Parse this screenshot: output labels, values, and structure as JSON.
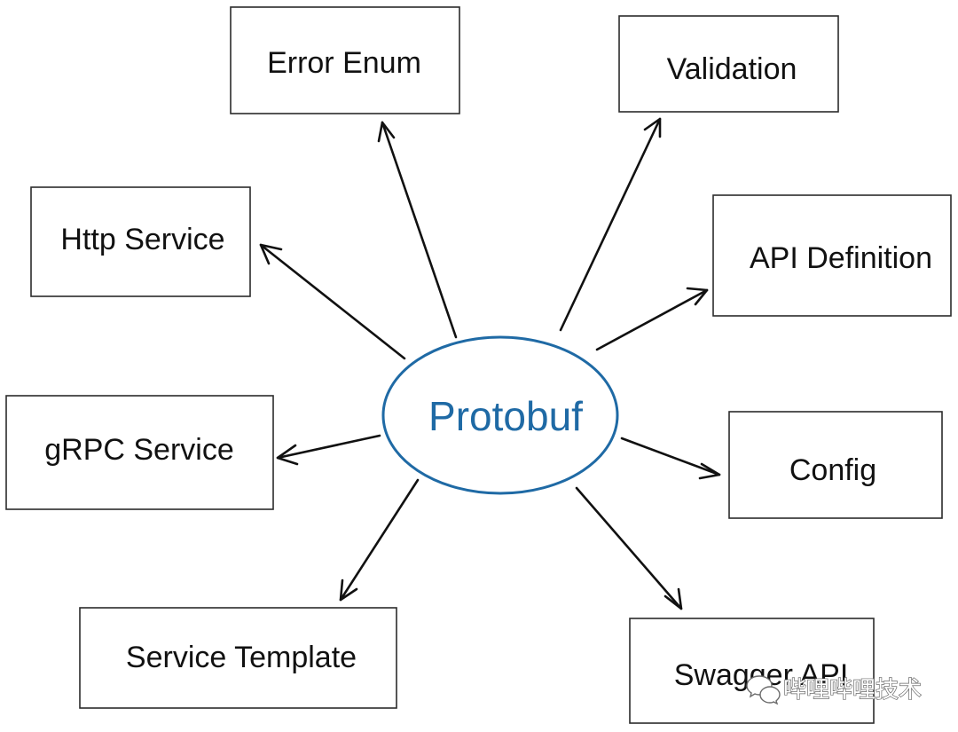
{
  "diagram": {
    "center": {
      "label": "Protobuf",
      "color": "#1f6aa5"
    },
    "nodes": {
      "error_enum": "Error Enum",
      "validation": "Validation",
      "http_service": "Http Service",
      "api_definition": "API Definition",
      "grpc_service": "gRPC Service",
      "config": "Config",
      "service_template": "Service Template",
      "swagger_api": "Swagger API"
    },
    "edge_color": "#111111"
  },
  "watermark": {
    "icon": "wechat-icon",
    "text": "哔哩哔哩技术"
  }
}
